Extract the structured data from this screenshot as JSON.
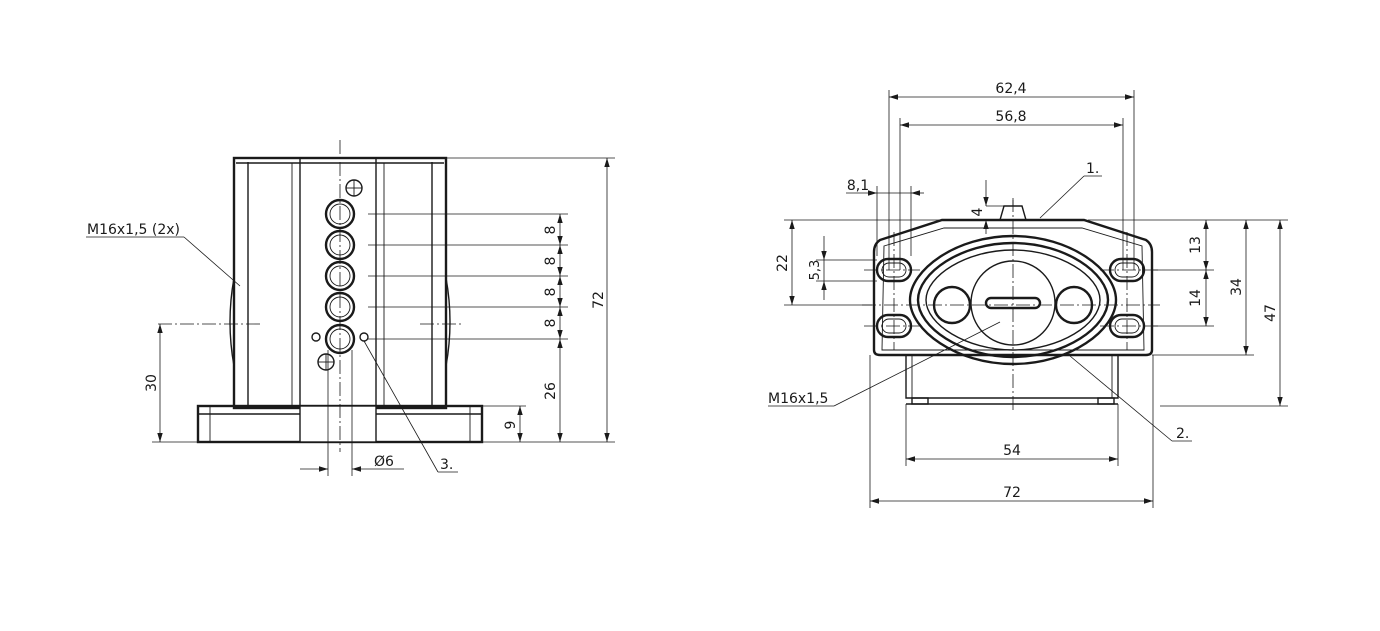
{
  "left_view": {
    "thread_label": "M16x1,5 (2x)",
    "dim_height_total": "72",
    "dim_pitch": [
      "8",
      "8",
      "8",
      "8"
    ],
    "dim_bottom_to_led": "26",
    "dim_base": "9",
    "dim_thread_height": "30",
    "dim_diameter": "Ø6",
    "callout_3": "3."
  },
  "right_view": {
    "dim_width_outer": "62,4",
    "dim_width_inner": "56,8",
    "dim_slot": "8,1",
    "dim_tab": "4",
    "callout_1": "1.",
    "dim_22": "22",
    "dim_5_3": "5,3",
    "dim_13": "13",
    "dim_14": "14",
    "dim_34": "34",
    "dim_47": "47",
    "thread_label": "M16x1,5",
    "callout_2": "2.",
    "dim_54": "54",
    "dim_72": "72"
  }
}
